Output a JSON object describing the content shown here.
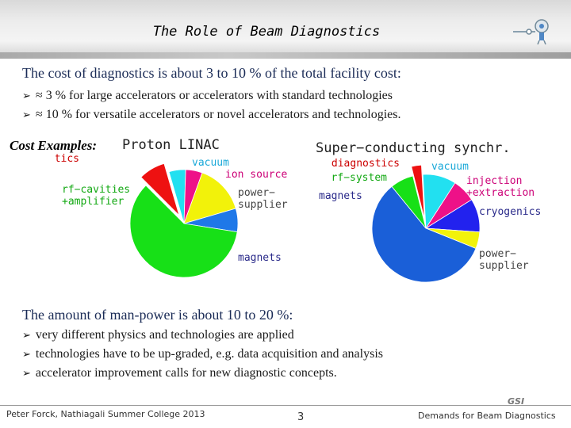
{
  "slide": {
    "title": "The Role of Beam Diagnostics",
    "cost_heading": "The cost of diagnostics is about 3 to 10 % of the total facility cost:",
    "cost_bullets": [
      "≈ 3 % for large accelerators or accelerators with standard technologies",
      "≈ 10 % for versatile accelerators or novel accelerators and technologies."
    ],
    "cost_examples_label": "Cost Examples:",
    "manpower_heading": "The amount of man-power is about 10 to 20 %:",
    "manpower_bullets": [
      "very different physics and technologies are applied",
      "technologies have to be up-graded, e.g. data acquisition and analysis",
      "accelerator improvement calls for new diagnostic concepts."
    ],
    "bullet_glyph": "➢",
    "footer": {
      "left": "Peter Forck, Nathiagali Summer College 2013",
      "page": "3",
      "right": "Demands for Beam Diagnostics"
    },
    "logo_text": "GSI"
  },
  "chart_data": [
    {
      "type": "pie",
      "title": "Proton  LINAC",
      "slices": [
        {
          "label": "diagnostics",
          "value": 8,
          "color": "#ee1111",
          "label_color": "#cc0000",
          "exploded": true
        },
        {
          "label": "vacuum",
          "value": 5,
          "color": "#22e0f0",
          "label_color": "#18a8d8",
          "exploded": false
        },
        {
          "label": "ion  source",
          "value": 5,
          "color": "#ee1188",
          "label_color": "#cc0077",
          "exploded": false
        },
        {
          "label": "power−\nsupplier",
          "value": 15,
          "color": "#f2f20a",
          "label_color": "#444444",
          "exploded": false
        },
        {
          "label": "magnets",
          "value": 7,
          "color": "#1f78e8",
          "label_color": "#2a2a8a",
          "exploded": false
        },
        {
          "label": "rf−cavities\n+amplifier",
          "value": 60,
          "color": "#17e017",
          "label_color": "#12a812",
          "exploded": false
        }
      ]
    },
    {
      "type": "pie",
      "title": "Super−conducting  synchr.",
      "slices": [
        {
          "label": "diagnostics",
          "value": 3,
          "color": "#ee1111",
          "label_color": "#cc0000",
          "exploded": true
        },
        {
          "label": "vacuum",
          "value": 10,
          "color": "#22e0f0",
          "label_color": "#18a8d8",
          "exploded": false
        },
        {
          "label": "injection\n+extraction",
          "value": 7,
          "color": "#ee1188",
          "label_color": "#cc0077",
          "exploded": false
        },
        {
          "label": "cryogenics",
          "value": 10,
          "color": "#2222ee",
          "label_color": "#2a2a8a",
          "exploded": false
        },
        {
          "label": "power−\nsupplier",
          "value": 5,
          "color": "#f2f20a",
          "label_color": "#444444",
          "exploded": false
        },
        {
          "label": "magnets",
          "value": 58,
          "color": "#1a5fd8",
          "label_color": "#2a2a8a",
          "exploded": false
        },
        {
          "label": "rf−system",
          "value": 7,
          "color": "#17e017",
          "label_color": "#12a812",
          "exploded": false
        }
      ]
    }
  ]
}
